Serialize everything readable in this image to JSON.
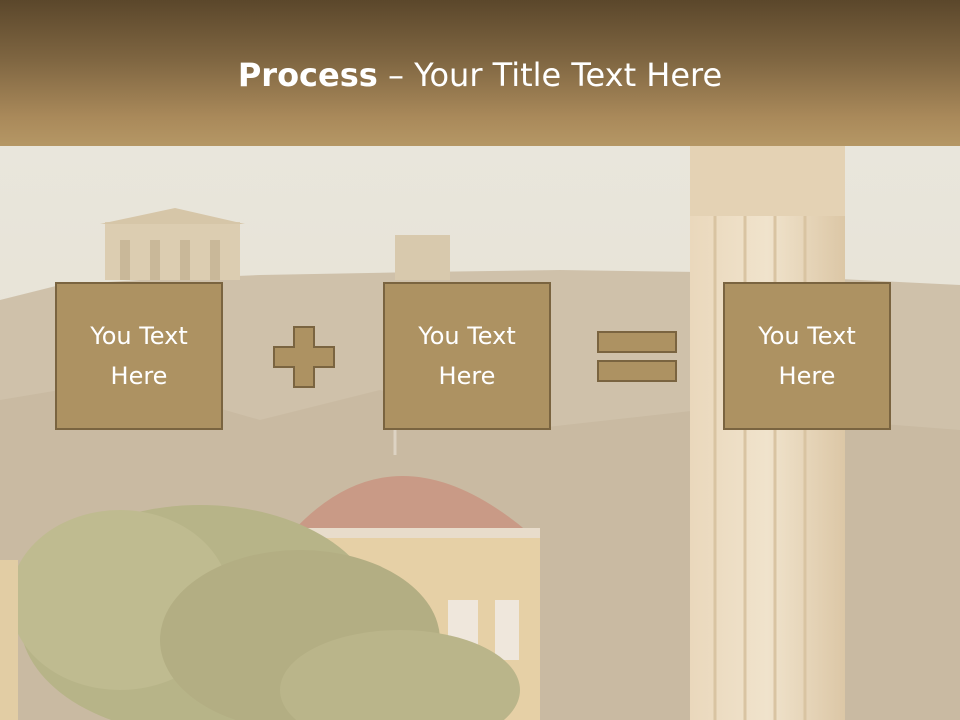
{
  "slide": {
    "title_bold": "Process",
    "title_rest": " – Your Title Text Here",
    "box1_text": "You Text Here",
    "box2_text": "You Text Here",
    "box3_text": "You Text Here",
    "plus_icon": "plus-icon",
    "equals_icon": "equals-icon"
  },
  "colors": {
    "header_dark": "#5b472b",
    "header_light": "#b59765",
    "box_fill": "#ad9262",
    "box_border": "#7a6440",
    "text": "#ffffff"
  }
}
